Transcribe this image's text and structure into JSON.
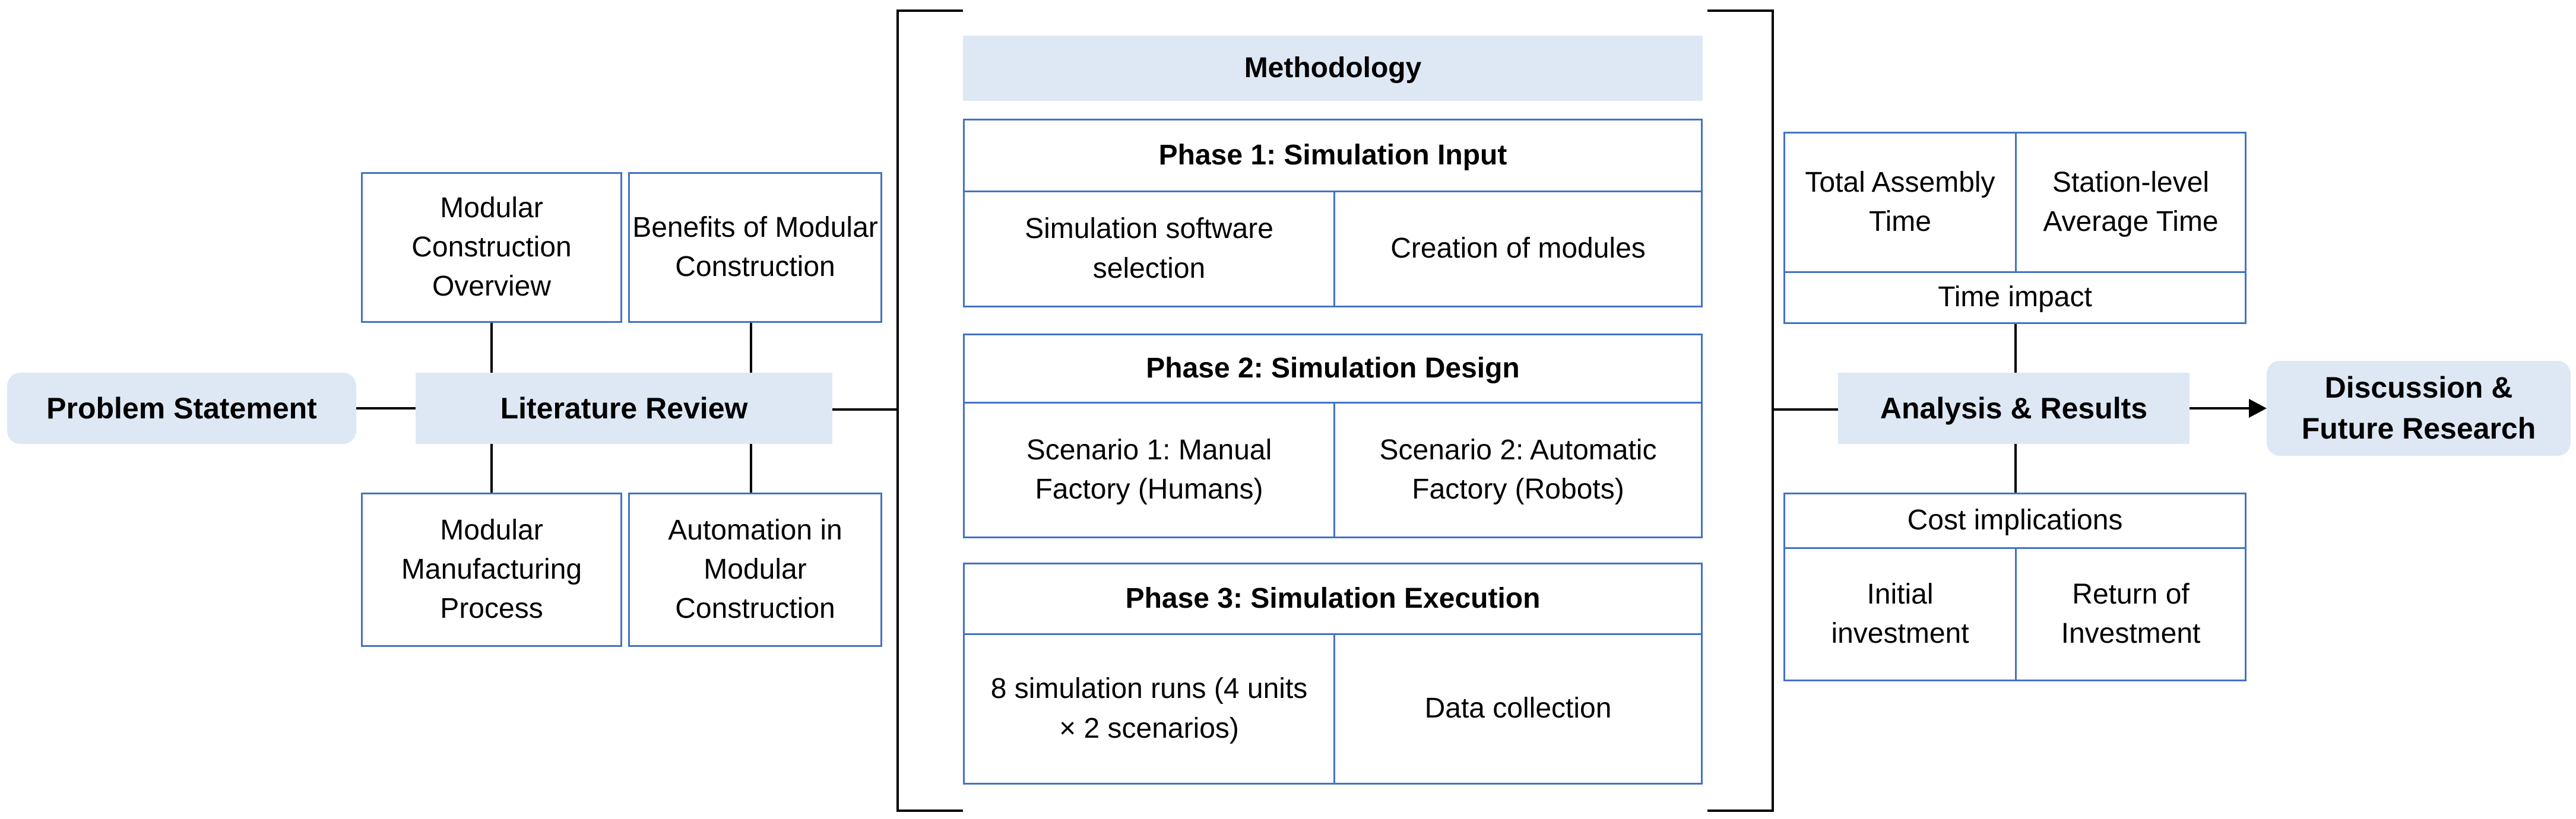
{
  "problem_statement": "Problem Statement",
  "literature_review": {
    "title": "Literature Review",
    "topics": [
      "Modular Construction Overview",
      "Benefits of Modular Construction",
      "Modular Manufacturing Process",
      "Automation in Modular Construction"
    ]
  },
  "methodology": {
    "title": "Methodology",
    "phases": [
      {
        "title": "Phase 1: Simulation Input",
        "items": [
          "Simulation software selection",
          "Creation of modules"
        ]
      },
      {
        "title": "Phase 2: Simulation Design",
        "items": [
          "Scenario 1: Manual Factory (Humans)",
          "Scenario 2: Automatic Factory (Robots)"
        ]
      },
      {
        "title": "Phase 3: Simulation Execution",
        "items": [
          "8 simulation runs (4 units × 2 scenarios)",
          "Data collection"
        ]
      }
    ]
  },
  "analysis": {
    "title": "Analysis & Results",
    "time_impact": {
      "label": "Time impact",
      "items": [
        "Total Assembly Time",
        "Station-level Average Time"
      ]
    },
    "cost_implications": {
      "label": "Cost implications",
      "items": [
        "Initial investment",
        "Return of Investment"
      ]
    }
  },
  "discussion": "Discussion & Future Research",
  "colors": {
    "box_border": "#4472c4",
    "pill_fill": "#dde8f4",
    "line": "#000000"
  }
}
